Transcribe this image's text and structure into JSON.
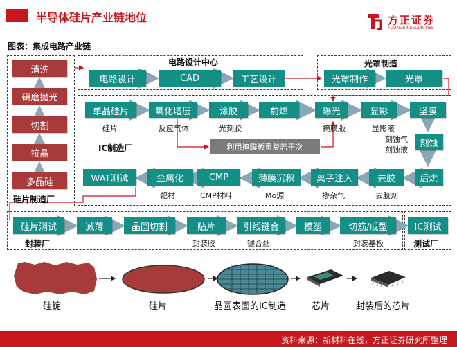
{
  "header": {
    "title": "半导体硅片产业链地位",
    "logo_cn": "方正证券",
    "logo_en": "FOUNDER SECURITIES"
  },
  "figure_label": "图表：集成电路产业链",
  "wafer_chain": {
    "steps": [
      "清洗",
      "研磨抛光",
      "切割",
      "拉晶",
      "多晶硅"
    ],
    "label": "硅片制造厂"
  },
  "design_center": {
    "label": "电路设计中心",
    "steps": [
      "电路设计",
      "CAD",
      "工艺设计"
    ]
  },
  "mask": {
    "label": "光罩制造",
    "steps": [
      "光罩制作",
      "光罩"
    ]
  },
  "ic_fab": {
    "label": "IC制造厂",
    "row1": [
      "单晶硅片",
      "氧化增层",
      "涂胶",
      "前烘",
      "曝光",
      "显影",
      "坚膜"
    ],
    "row1_materials": [
      "硅片",
      "反应气体",
      "光刻胶",
      "",
      "掩膜版",
      "显影液",
      ""
    ],
    "etch": "刻蚀",
    "etch_materials": [
      "刻蚀气",
      "刻蚀液"
    ],
    "postbake": "后烘",
    "repeat_note": "利用掩膜板重复若干次",
    "row2": [
      "去胶",
      "离子注入",
      "薄膜沉积",
      "CMP",
      "金属化",
      "WAT测试"
    ],
    "row2_materials": [
      "去胶剂",
      "掺杂气",
      "Mo源",
      "CMP材料",
      "靶材",
      ""
    ]
  },
  "packaging": {
    "label": "封装厂",
    "steps": [
      "硅片测试",
      "减薄",
      "晶圆切割",
      "贴片",
      "引线键合",
      "模塑",
      "切筋/成型"
    ],
    "materials": [
      "",
      "",
      "",
      "封装胶",
      "键合丝",
      "",
      "封装基板"
    ]
  },
  "testing": {
    "label": "测试厂",
    "step": "IC测试"
  },
  "stages": {
    "captions": [
      "硅锭",
      "硅片",
      "晶圆表面的IC制造",
      "芯片",
      "封装后的芯片"
    ]
  },
  "footer": {
    "source": "资料来源：新材料在线，方正证券研究所整理"
  },
  "colors": {
    "brand_red": "#c8161d",
    "process_teal": "#138f85",
    "wafer_red": "#a83a3a",
    "note_gray": "#7a7a7a"
  }
}
